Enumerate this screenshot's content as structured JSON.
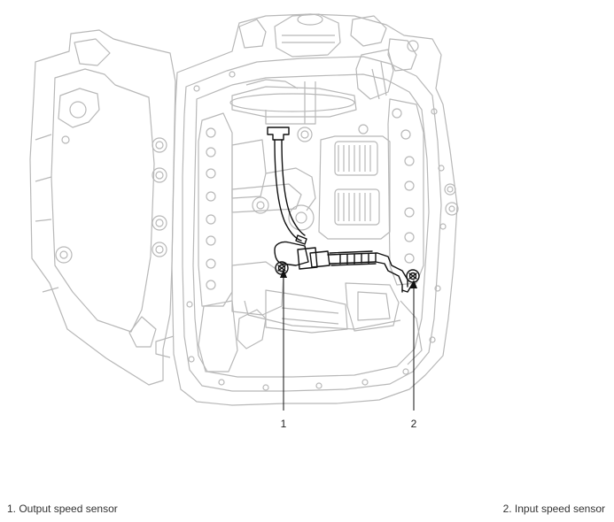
{
  "callouts": [
    {
      "number": "1",
      "label": "1. Output speed sensor"
    },
    {
      "number": "2",
      "label": "2. Input speed sensor"
    }
  ],
  "colors": {
    "line_light": "#b8b8b8",
    "line_mid": "#9a9a9a",
    "line_dark": "#111111",
    "text": "#333333"
  }
}
